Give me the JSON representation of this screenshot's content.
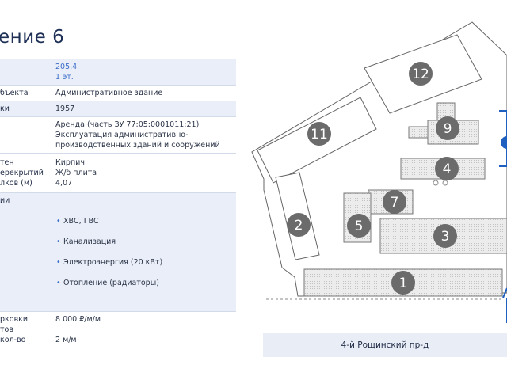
{
  "page": {
    "title": "ение 6"
  },
  "table": {
    "rows": [
      {
        "key": "",
        "value": "205,4\n1 эт.",
        "accent": true
      },
      {
        "key": "бъекта",
        "value": "Административное здание"
      },
      {
        "key": "ки",
        "value": "1957"
      },
      {
        "key": "",
        "value": "Аренда (часть ЗУ 77:05:0001011:21)\nЭксплуатация административно-\nпроизводственных зданий и сооружений"
      },
      {
        "key": "тен\nерекрытий\nлков (м)",
        "value": "Кирпич\nЖ/б плита\n4,07"
      },
      {
        "key": "ии",
        "utilities": [
          "ХВС, ГВС",
          "Канализация",
          "Электроэнергия (20 кВт)",
          "Отопление (радиаторы)"
        ]
      },
      {
        "key": "рковки\nтов\nкол-во",
        "value": "8 000 ₽/м/м\n\n2 м/м"
      }
    ]
  },
  "map": {
    "buildings": [
      "1",
      "2",
      "3",
      "4",
      "5",
      "7",
      "9",
      "11",
      "12"
    ],
    "street": "4-й Рощинский пр-д",
    "accent_color": "#1f5fbf",
    "marker_color": "#6b6b6b"
  }
}
